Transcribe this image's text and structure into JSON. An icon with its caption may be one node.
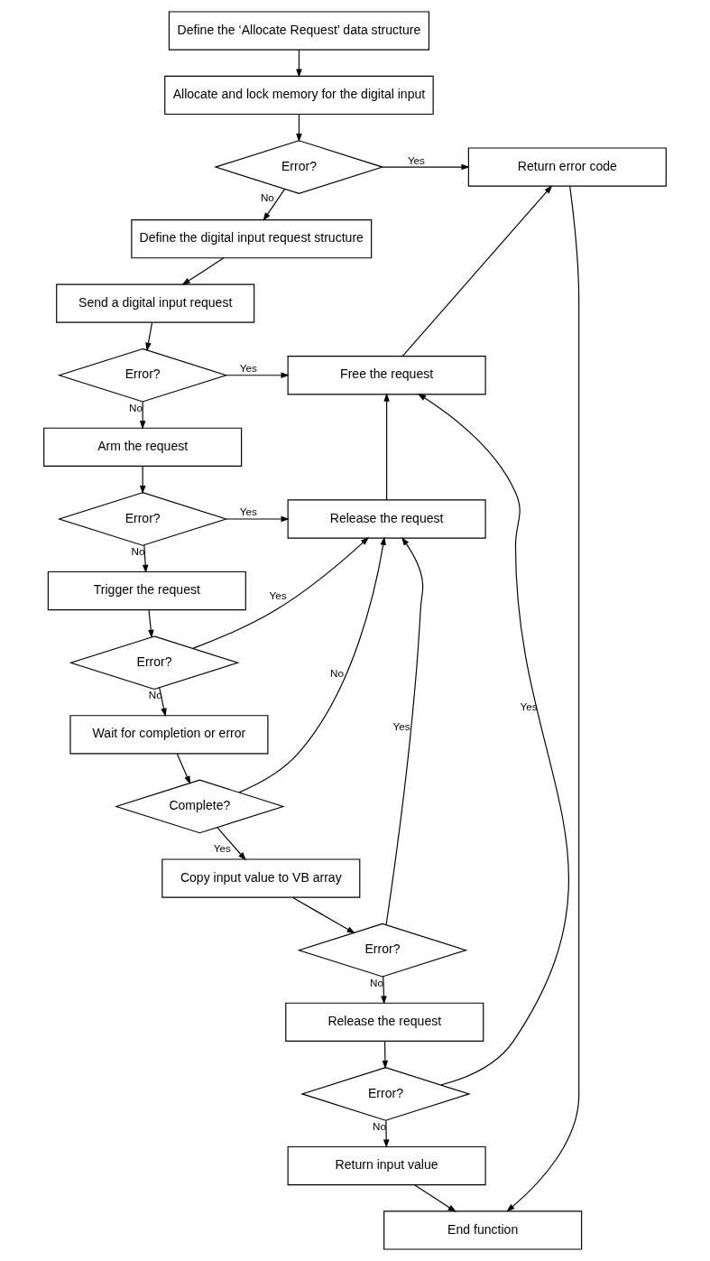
{
  "diagram": {
    "nodes": [
      {
        "text": [
          "Define the ‘Allocate Request’ data structure"
        ]
      },
      {
        "text": [
          "Allocate and lock memory for the digital input"
        ]
      },
      {
        "text": [
          "Error?"
        ]
      },
      {
        "text": [
          "Return error code"
        ]
      },
      {
        "text": [
          "Define the digital input request structure"
        ]
      },
      {
        "text": [
          "Send a digital input request"
        ]
      },
      {
        "text": [
          "Error?"
        ]
      },
      {
        "text": [
          "Free the request"
        ]
      },
      {
        "text": [
          "Arm the request"
        ]
      },
      {
        "text": [
          "Error?"
        ]
      },
      {
        "text": [
          "Release the request"
        ]
      },
      {
        "text": [
          "Trigger the request"
        ]
      },
      {
        "text": [
          "Error?"
        ]
      },
      {
        "text": [
          "Wait for completion or error"
        ]
      },
      {
        "text": [
          "Complete?"
        ]
      },
      {
        "text": [
          "Copy input value to VB array"
        ]
      },
      {
        "text": [
          "Error?"
        ]
      },
      {
        "text": [
          "Release the request"
        ]
      },
      {
        "text": [
          "Error?"
        ]
      },
      {
        "text": [
          "Return input value"
        ]
      },
      {
        "text": [
          "End function"
        ]
      }
    ],
    "edges": [
      {
        "from": 0,
        "to": 1,
        "arrow": "to"
      },
      {
        "from": 1,
        "to": 2,
        "arrow": "to"
      },
      {
        "from": 2,
        "to": 3,
        "arrow": "to",
        "label": "Yes"
      },
      {
        "from": 2,
        "to": 4,
        "arrow": "to",
        "label": "No"
      },
      {
        "from": 4,
        "to": 5,
        "arrow": "to"
      },
      {
        "from": 5,
        "to": 6,
        "arrow": "to"
      },
      {
        "from": 6,
        "to": 7,
        "arrow": "to",
        "label": "Yes"
      },
      {
        "from": 6,
        "to": 8,
        "arrow": "to",
        "label": "No"
      },
      {
        "from": 8,
        "to": 9,
        "arrow": "to"
      },
      {
        "from": 9,
        "to": 10,
        "arrow": "to",
        "label": "Yes"
      },
      {
        "from": 9,
        "to": 11,
        "arrow": "to",
        "label": "No"
      },
      {
        "from": 11,
        "to": 12,
        "arrow": "to"
      },
      {
        "from": 12,
        "to": 10,
        "arrow": "to",
        "label": "Yes"
      },
      {
        "from": 12,
        "to": 13,
        "arrow": "to",
        "label": "No"
      },
      {
        "from": 13,
        "to": 14,
        "arrow": "to"
      },
      {
        "from": 14,
        "to": 10,
        "arrow": "to",
        "label": "No"
      },
      {
        "from": 14,
        "to": 15,
        "arrow": "to",
        "label": "Yes"
      },
      {
        "from": 15,
        "to": 16,
        "arrow": "to"
      },
      {
        "from": 16,
        "to": 10,
        "arrow": "to",
        "label": "Yes"
      },
      {
        "from": 16,
        "to": 17,
        "arrow": "to",
        "label": "No"
      },
      {
        "from": 17,
        "to": 18,
        "arrow": "to"
      },
      {
        "from": 18,
        "to": 7,
        "arrow": "to",
        "label": "Yes"
      },
      {
        "from": 18,
        "to": 19,
        "arrow": "to",
        "label": "No"
      },
      {
        "from": 19,
        "to": 20,
        "arrow": "to"
      },
      {
        "from": 10,
        "to": 7,
        "arrow": "to"
      },
      {
        "from": 7,
        "to": 3,
        "arrow": "to"
      },
      {
        "from": 3,
        "to": 20,
        "arrow": "to"
      }
    ]
  }
}
